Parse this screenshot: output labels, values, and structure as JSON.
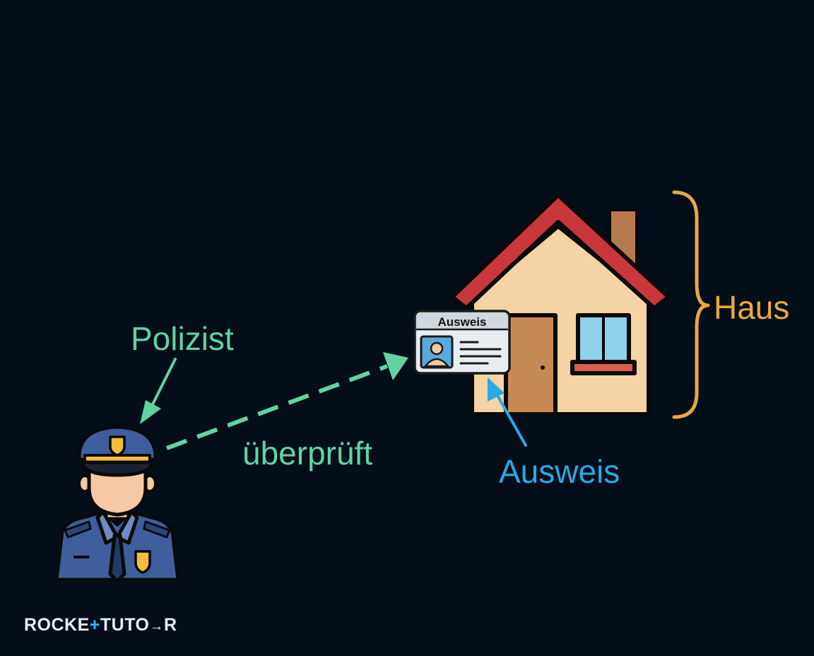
{
  "labels": {
    "officer": "Polizist",
    "verifies": "überprüft",
    "id_card": "Ausweis",
    "house": "Haus"
  },
  "id_card": {
    "header": "Ausweis"
  },
  "logo": {
    "part1": "ROCKE",
    "plus": "+",
    "part2": "TUTO",
    "arrow": "→",
    "part3": "R"
  },
  "colors": {
    "background": "#030e19",
    "officer_label": "#5fd4a0",
    "verifies_label": "#5fd4a0",
    "id_card_label": "#2aa8e6",
    "house_label": "#e9a93e",
    "roof": "#c9373a",
    "wall": "#f4d3a4",
    "door": "#c88a55",
    "chimney": "#b67a4f",
    "uniform": "#3e5e9d",
    "badge": "#f4bd3b"
  },
  "icons": {
    "officer": "police-officer-icon",
    "house": "house-icon",
    "id_card": "id-card-icon"
  }
}
